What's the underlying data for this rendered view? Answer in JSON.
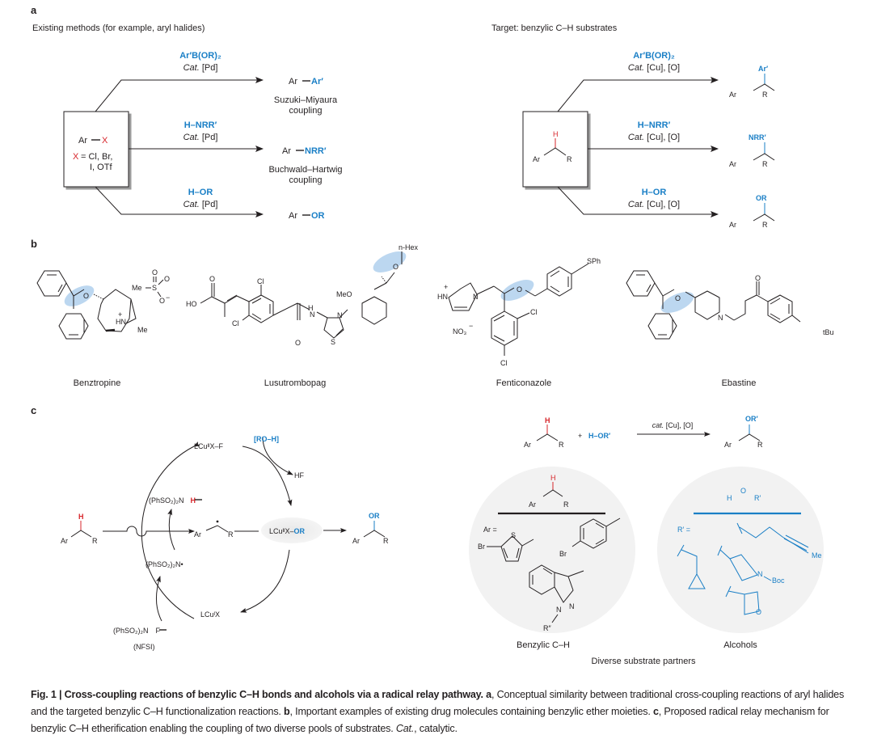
{
  "panel_labels": {
    "a": "a",
    "b": "b",
    "c": "c"
  },
  "panel_a": {
    "left_title": "Existing methods (for example, aryl halides)",
    "right_title": "Target: benzylic C–H substrates",
    "left_box": {
      "line1_ar": "Ar",
      "line1_x": "X",
      "line2_x": "X",
      "line2_rest": "= Cl, Br,",
      "line3": "I, OTf"
    },
    "left_rows": [
      {
        "reagent": "Ar′B(OR)₂",
        "catalyst_it": "Cat.",
        "catalyst": "[Pd]",
        "product_ar": "Ar",
        "product_group": "Ar′",
        "name1": "Suzuki–Miyaura",
        "name2": "coupling"
      },
      {
        "reagent": "H–NRR′",
        "catalyst_it": "Cat.",
        "catalyst": "[Pd]",
        "product_ar": "Ar",
        "product_group": "NRR′",
        "name1": "Buchwald–Hartwig",
        "name2": "coupling"
      },
      {
        "reagent": "H–OR",
        "catalyst_it": "Cat.",
        "catalyst": "[Pd]",
        "product_ar": "Ar",
        "product_group": "OR",
        "name1": "",
        "name2": ""
      }
    ],
    "right_box": {
      "h": "H",
      "ar": "Ar",
      "r": "R"
    },
    "right_rows": [
      {
        "reagent": "Ar′B(OR)₂",
        "catalyst_it": "Cat.",
        "catalyst": "[Cu], [O]",
        "product_group": "Ar′",
        "ar": "Ar",
        "r": "R"
      },
      {
        "reagent": "H–NRR′",
        "catalyst_it": "Cat.",
        "catalyst": "[Cu], [O]",
        "product_group": "NRR′",
        "ar": "Ar",
        "r": "R"
      },
      {
        "reagent": "H–OR",
        "catalyst_it": "Cat.",
        "catalyst": "[Cu], [O]",
        "product_group": "OR",
        "ar": "Ar",
        "r": "R"
      }
    ]
  },
  "panel_b": {
    "drugs": [
      {
        "name": "Benztropine",
        "labels": {
          "o": "O",
          "me_s": "Me",
          "s": "S",
          "o1": "O",
          "o2": "O",
          "o3": "O",
          "minus": "−",
          "hn": "HN",
          "plus": "+",
          "me": "Me"
        }
      },
      {
        "name": "Lusutrombopag",
        "labels": {
          "ho": "HO",
          "o_acid": "O",
          "cl1": "Cl",
          "cl2": "Cl",
          "o_amide": "O",
          "nh_h": "H",
          "nh_n": "N",
          "n": "N",
          "s": "S",
          "meo": "MeO",
          "o": "O",
          "hex": "n-Hex"
        }
      },
      {
        "name": "Fenticonazole",
        "labels": {
          "hn": "HN",
          "plus": "+",
          "n": "N",
          "no3": "NO₃",
          "minus": "−",
          "o": "O",
          "sph": "SPh",
          "cl1": "Cl",
          "cl2": "Cl"
        }
      },
      {
        "name": "Ebastine",
        "labels": {
          "o": "O",
          "n": "N",
          "o_ket": "O",
          "tbu": "tBu"
        }
      }
    ],
    "highlight_color": "#bcd7f0"
  },
  "panel_c": {
    "mechanism": {
      "substrate": {
        "h": "H",
        "ar": "Ar",
        "r": "R"
      },
      "cu2_f": "LCuᴵᴵX–F",
      "roh": "[RO–H]",
      "hf": "HF",
      "nh": "(PhSO₂)₂N",
      "nh_h": "H",
      "radical_ar": "Ar",
      "radical_r": "R",
      "cu2_or_pre": "LCuᴵᴵX–",
      "cu2_or_or": "OR",
      "n_radical": "(PhSO₂)₂N•",
      "cu1": "LCuᴵX",
      "nfsi_line1": "(PhSO₂)₂N",
      "nfsi_f": "F",
      "nfsi_line2": "(NFSI)",
      "product": {
        "or": "OR",
        "ar": "Ar",
        "r": "R"
      }
    },
    "scheme": {
      "sub": {
        "h": "H",
        "ar": "Ar",
        "r": "R"
      },
      "plus": "+",
      "alcohol": "H–OR′",
      "cond_it": "cat.",
      "cond": "[Cu], [O]",
      "prod": {
        "or": "OR′",
        "ar": "Ar",
        "r": "R"
      }
    },
    "benzylic_circle": {
      "h": "H",
      "ar": "Ar",
      "r": "R",
      "ar_eq": "Ar =",
      "br1": "Br",
      "s": "S",
      "br2": "Br",
      "n1": "N",
      "n2": "N",
      "r2": "R″",
      "title": "Benzylic C–H"
    },
    "alcohol_circle": {
      "h": "H",
      "o": "O",
      "r": "R′",
      "r_eq": "R′ =",
      "me": "Me",
      "n": "N",
      "boc": "Boc",
      "o2": "O",
      "title": "Alcohols"
    },
    "footer": "Diverse substrate partners"
  },
  "caption": {
    "title": "Fig. 1 | Cross-coupling reactions of benzylic C–H bonds and alcohols via a radical relay pathway.",
    "a_label": "a",
    "a_text": ", Conceptual similarity between traditional cross-coupling reactions of aryl halides and the targeted benzylic C–H functionalization reactions.",
    "b_label": "b",
    "b_text": ", Important examples of existing drug molecules containing benzylic ether moieties.",
    "c_label": "c",
    "c_text": ", Proposed radical relay mechanism for benzylic C–H etherification enabling the coupling of two diverse pools of substrates.",
    "cat_it": "Cat.",
    "cat_text": ", catalytic."
  },
  "colors": {
    "blue": "#1a7fc6",
    "red": "#d7262b",
    "ink": "#231f20",
    "circle_fill": "#f2f2f2"
  }
}
